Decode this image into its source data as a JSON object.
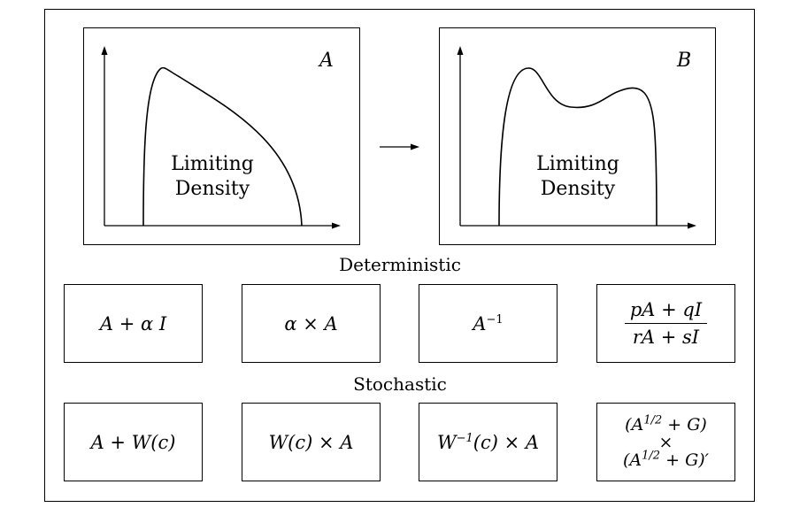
{
  "panels": [
    {
      "letter": "A",
      "label_line1": "Limiting",
      "label_line2": "Density"
    },
    {
      "letter": "B",
      "label_line1": "Limiting",
      "label_line2": "Density"
    }
  ],
  "sections": {
    "deterministic": "Deterministic",
    "stochastic": "Stochastic"
  },
  "deterministic_ops": [
    {
      "expr": "A + α I"
    },
    {
      "expr": "α × A"
    },
    {
      "base": "A",
      "exp": "−1"
    },
    {
      "numerator": "pA + qI",
      "denominator": "rA + sI"
    }
  ],
  "stochastic_ops": [
    {
      "expr": "A + W(c)"
    },
    {
      "expr": "W(c) × A"
    },
    {
      "base": "W",
      "exp": "−1",
      "rest": "(c) × A"
    },
    {
      "line1": "(A",
      "line1_exp": "1/2",
      "line1_rest": " + G)",
      "line2": "×",
      "line3": "(A",
      "line3_exp": "1/2",
      "line3_rest": " + G)′"
    }
  ]
}
